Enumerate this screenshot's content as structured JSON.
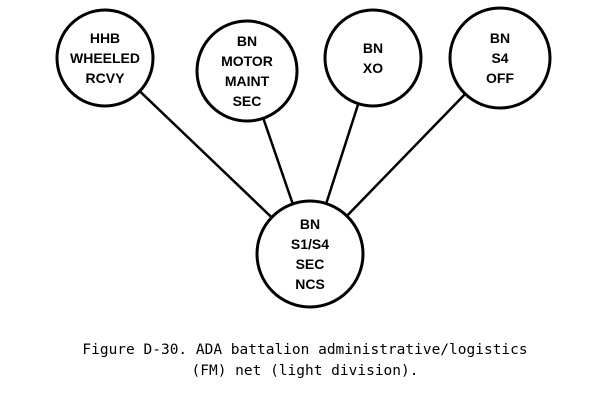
{
  "nodes": [
    {
      "id": "hhb",
      "lines": [
        "HHB",
        "WHEELED",
        "RCVY"
      ]
    },
    {
      "id": "motor",
      "lines": [
        "BN",
        "MOTOR",
        "MAINT",
        "SEC"
      ]
    },
    {
      "id": "xo",
      "lines": [
        "BN",
        "XO"
      ]
    },
    {
      "id": "s4off",
      "lines": [
        "BN",
        "S4",
        "OFF"
      ]
    },
    {
      "id": "ncs",
      "lines": [
        "BN",
        "S1/S4",
        "SEC",
        "NCS"
      ]
    }
  ],
  "links": [
    [
      "hhb",
      "ncs"
    ],
    [
      "motor",
      "ncs"
    ],
    [
      "xo",
      "ncs"
    ],
    [
      "s4off",
      "ncs"
    ]
  ],
  "caption": {
    "line1": "Figure D-30. ADA battalion administrative/logistics",
    "line2": "(FM) net (light division)."
  }
}
